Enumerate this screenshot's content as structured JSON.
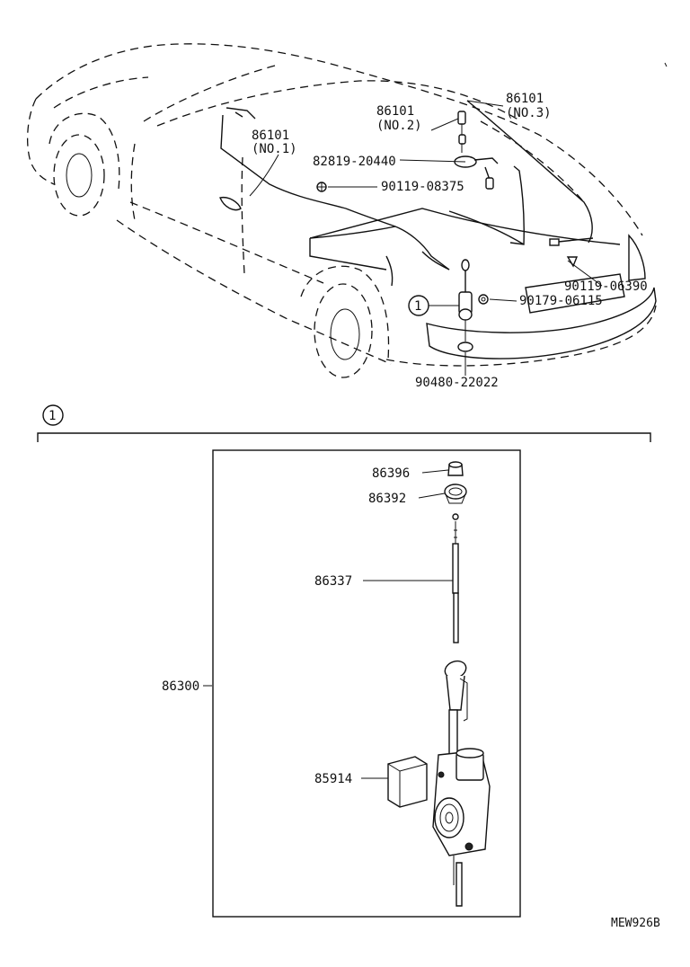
{
  "diagram": {
    "callouts": {
      "wire_no1_part": "86101",
      "wire_no1_sub": "(NO.1)",
      "wire_no2_part": "86101",
      "wire_no2_sub": "(NO.2)",
      "wire_no3_part": "86101",
      "wire_no3_sub": "(NO.3)",
      "cord": "82819-20440",
      "clamp_upper": "90119-08375",
      "clamp_right": "90119-06390",
      "nut": "90179-06115",
      "grommet": "90480-22022",
      "sub_ref": "1"
    },
    "detail": {
      "ref": "1",
      "assembly": "86300",
      "cap": "86396",
      "bezel": "86392",
      "rod": "86337",
      "relay": "85914"
    },
    "footer_code": "MEW926B"
  }
}
